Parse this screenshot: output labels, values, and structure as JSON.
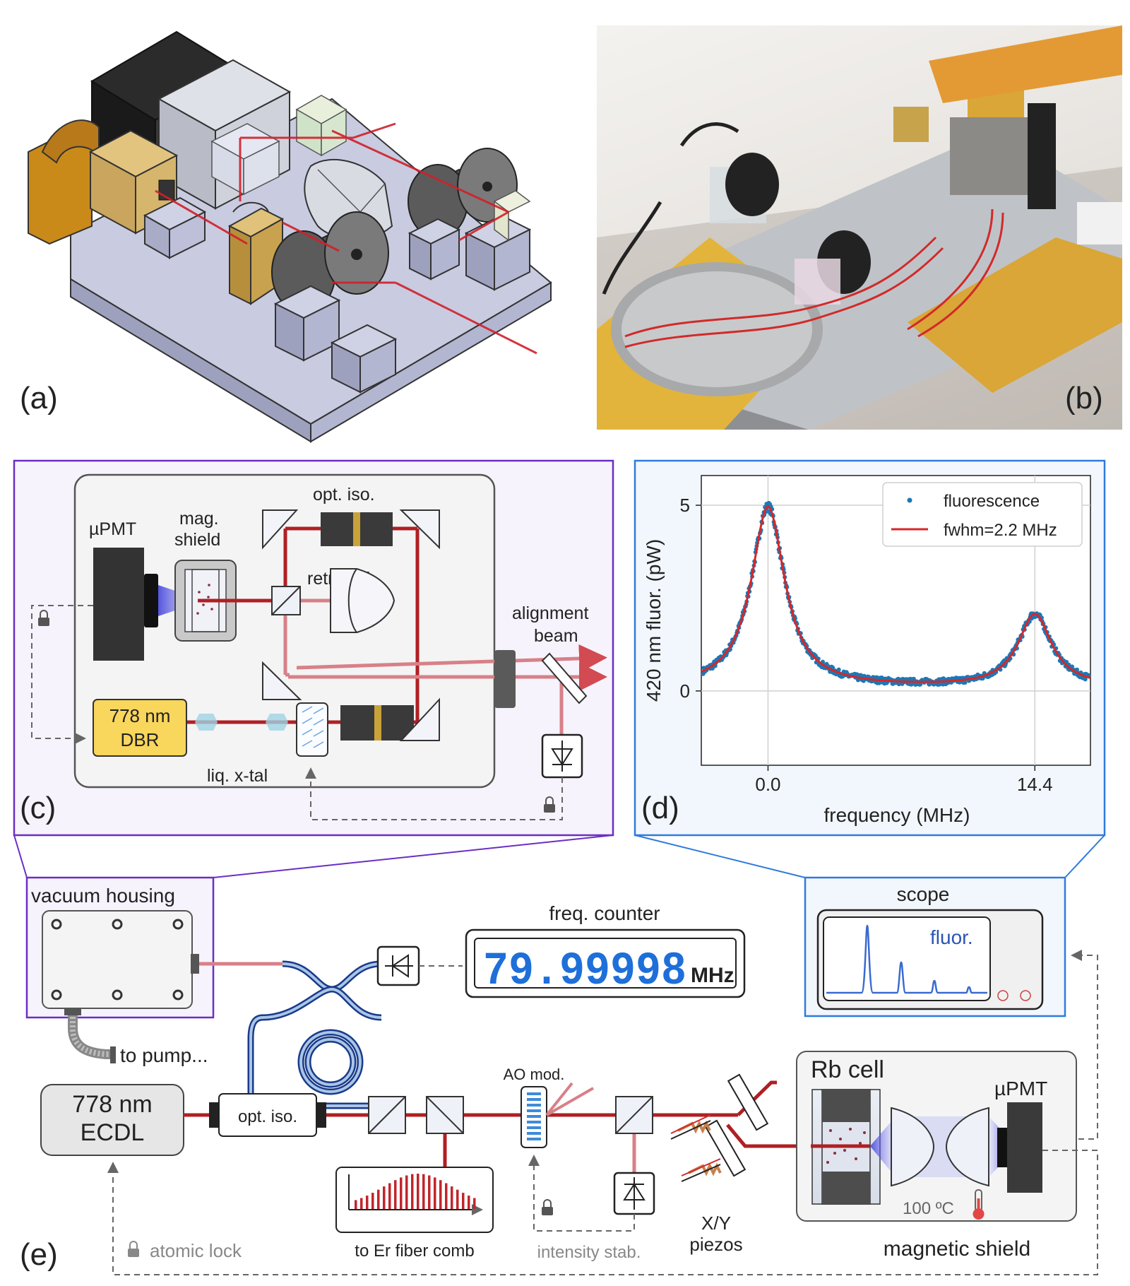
{
  "panels": {
    "a": "(a)",
    "b": "(b)",
    "c": "(c)",
    "d": "(d)",
    "e": "(e)"
  },
  "c": {
    "upmt": "µPMT",
    "mag_shield_1": "mag.",
    "mag_shield_2": "shield",
    "opt_iso": "opt. iso.",
    "retro_ref": "retro ref.",
    "alignment_1": "alignment",
    "alignment_2": "beam",
    "dbr_1": "778 nm",
    "dbr_2": "DBR",
    "liq_xtal": "liq. x-tal"
  },
  "chart_data": {
    "type": "scatter",
    "xlabel": "frequency (MHz)",
    "ylabel": "420 nm fluor. (pW)",
    "xlim": [
      -3.6,
      17.4
    ],
    "ylim": [
      -2.0,
      5.8
    ],
    "xticks": [
      {
        "v": 0.0,
        "label": "0.0"
      },
      {
        "v": 14.4,
        "label": "14.4"
      }
    ],
    "yticks": [
      {
        "v": 0,
        "label": "0"
      },
      {
        "v": 5,
        "label": "5"
      }
    ],
    "grid": true,
    "legend_position": "top-right",
    "series": [
      {
        "name": "fluorescence",
        "kind": "points",
        "color": "#1f77b4"
      },
      {
        "name": "fwhm=2.2 MHz",
        "kind": "line",
        "color": "#d62728"
      }
    ],
    "peaks": [
      {
        "x": 0.0,
        "amplitude": 4.95,
        "fwhm": 2.2
      },
      {
        "x": 14.4,
        "amplitude": 2.05,
        "fwhm": 2.2
      }
    ],
    "baseline": 0.1
  },
  "e": {
    "vacuum_housing": "vacuum housing",
    "to_pump": "to pump...",
    "freq_counter": "freq. counter",
    "counter_value": "79.99998",
    "counter_unit": "MHz",
    "scope": "scope",
    "fluor": "fluor.",
    "ecdl_1": "778 nm",
    "ecdl_2": "ECDL",
    "opt_iso": "opt. iso.",
    "to_er_comb": "to Er fiber comb",
    "ao_mod": "AO mod.",
    "intensity_stab": "intensity stab.",
    "xy_piezos_1": "X/Y",
    "xy_piezos_2": "piezos",
    "rb_cell": "Rb cell",
    "upmt": "µPMT",
    "temp": "100 ºC",
    "magnetic_shield": "magnetic shield",
    "atomic_lock": "atomic lock"
  },
  "colors": {
    "beam": "#b01f24",
    "purple_frame": "#6a2fc4",
    "blue_frame": "#2f7bdc",
    "dbr": "#f9d65c",
    "counter_digits": "#1e6fd9"
  }
}
